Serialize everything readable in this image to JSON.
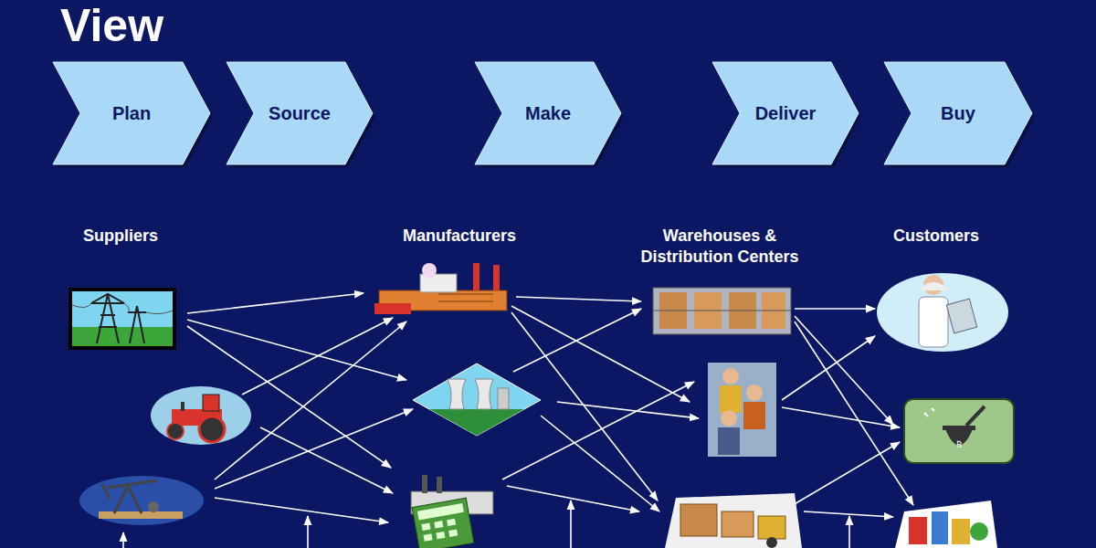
{
  "diagram": {
    "title": "View",
    "nodes": [
      {
        "text": [
          "Plan"
        ]
      },
      {
        "text": [
          "Source"
        ]
      },
      {
        "text": [
          "Make"
        ]
      },
      {
        "text": [
          "Deliver"
        ]
      },
      {
        "text": [
          "Buy"
        ]
      }
    ],
    "labels": [
      "Suppliers",
      "Manufacturers",
      "Warehouses & Distribution Centers",
      "Customers"
    ]
  }
}
